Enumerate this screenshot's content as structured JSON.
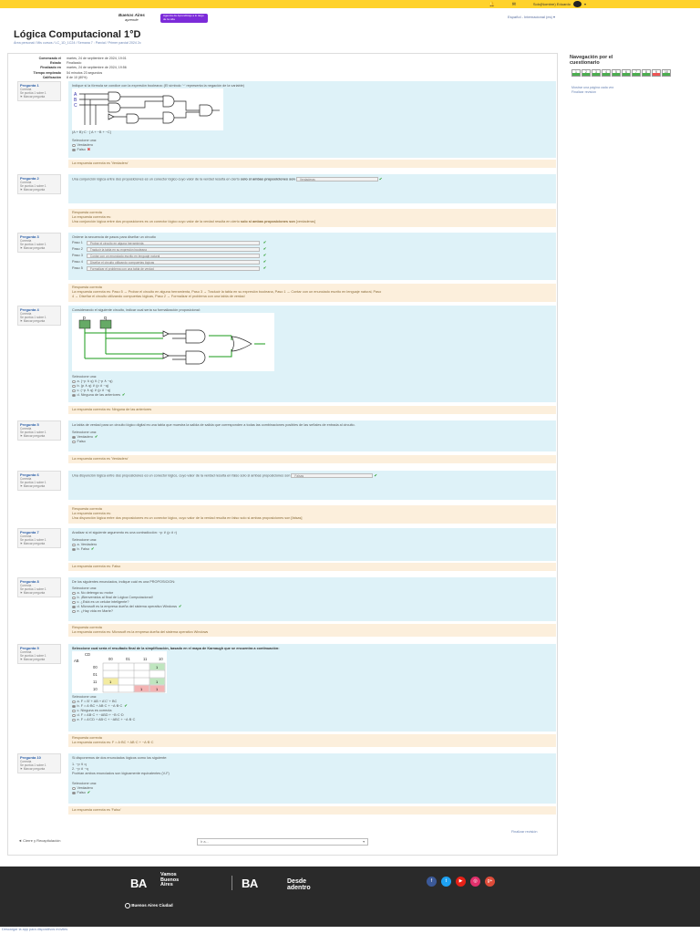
{
  "topbar": {
    "user": "Solo(Nombre) Eduardo"
  },
  "header": {
    "logo_top": "Buenos Aires",
    "logo_bottom": "aprende",
    "pill": "Agencia de Aprendizaje a lo largo de la vida",
    "lang": "Español - Internacional (es) ▾"
  },
  "page": {
    "title": "Lógica Computacional 1°D",
    "breadcrumb": "Área personal  /  Mis cursos  /  LC_1D_1C24  /  Semana 7 : Parcial  /  Primer parcial 2024 2c"
  },
  "nav": {
    "title": "Navegación por el cuestionario",
    "buttons": [
      "1",
      "2",
      "3",
      "4",
      "5",
      "6",
      "7",
      "8",
      "9",
      "10"
    ],
    "links": [
      "Mostrar una página cada vez",
      "Finalizar revisión"
    ]
  },
  "summary": [
    {
      "k": "Comenzado el",
      "v": "martes, 24 de septiembre de 2024, 19:01"
    },
    {
      "k": "Estado",
      "v": "Finalizado"
    },
    {
      "k": "Finalizado en",
      "v": "martes, 24 de septiembre de 2024, 19:56"
    },
    {
      "k": "Tiempo empleado",
      "v": "54 minutos 23 segundos"
    },
    {
      "k": "Calificación",
      "v": "8 de 10 (80%)"
    }
  ],
  "qinfo": {
    "status": "Correcta",
    "score": "Se puntúa 1 sobre 1",
    "flag": "Marcar pregunta"
  },
  "q1": {
    "label": "Pregunta 1",
    "text": "Indique si la fórmula se condice con la expresión booleana:  (El símbolo '~' representa la negación de la variable)",
    "formula": "(A + B)·C · [ A + ~B + ~C]",
    "choose": "Seleccione una:",
    "opts": [
      "Verdadero",
      "Falso"
    ],
    "fb": "La respuesta correcta es 'Verdadero'"
  },
  "q2": {
    "label": "Pregunta 2",
    "text": "Una conjunción lógica entre dos proposiciones es un conector lógico cuyo valor de la verdad resulta en cierto",
    "bold": "solo si ambas proposiciones son",
    "sel": "Verdaderas",
    "fb1": "Respuesta correcta",
    "fb2": "La respuesta correcta es:",
    "fb3": "Una conjunción lógica entre dos proposiciones es un conector lógico cuyo valor de la verdad resulta en cierto",
    "fb3b": "solo si ambas proposiciones son",
    "fb3c": "[verdaderas]"
  },
  "q3": {
    "label": "Pregunta 3",
    "text": "Ordene la secuencia de pasos para diseñar un circuito",
    "steps": [
      {
        "k": "Paso 1",
        "v": "Probar el circuito en alguna herramienta"
      },
      {
        "k": "Paso 2",
        "v": "Traducir la tabla en su expresión booleana"
      },
      {
        "k": "Paso 3",
        "v": "Contar con un enunciado escrito en lenguaje natural"
      },
      {
        "k": "Paso 4",
        "v": "Diseñar el circuito utilizando compuertas lógicas"
      },
      {
        "k": "Paso 5",
        "v": "Formalizar el problema con una tabla de verdad"
      }
    ],
    "fb1": "Respuesta correcta",
    "fb2": "La respuesta correcta es: Paso 5 → Probar el circuito en alguna herramienta, Paso 3 → Traducir la tabla en su expresión booleana, Paso 1 → Contar con un enunciado escrito en lenguaje natural, Paso",
    "fb3": "4 → Diseñar el circuito utilizando compuertas lógicas, Paso 2 → Formalizar el problema con una tabla de verdad"
  },
  "q4": {
    "label": "Pregunta 4",
    "text": "Considerando el siguiente circuito, indicar cual sería su formalización proposicional:",
    "p": "p",
    "qv": "q",
    "choose": "Seleccione una:",
    "opts": [
      "a. (~p ∧ q) ∨ (~p ∧ ~q)",
      "b. (p ∧ q) ∨ (p ∧ ~q)",
      "c. (~p ∧ q) ∨ (p ∧ ~q)",
      "d. Ninguna de las anteriores"
    ],
    "fb": "La respuesta correcta es: Ninguna de las anteriores"
  },
  "q5": {
    "label": "Pregunta 5",
    "text": "La tabla de verdad para un circuito lógico digital es una tabla que muestra la salida de salida que corresponden a todas las combinaciones posibles de las señales de entrada al circuito.",
    "choose": "Seleccione una:",
    "opts": [
      "Verdadero",
      "Falso"
    ],
    "fb": "La respuesta correcta es 'Verdadero'"
  },
  "q6": {
    "label": "Pregunta 6",
    "text": "Una disyunción lógica entre dos proposiciones es un conector lógico, cuyo valor de la verdad resulta en falso solo si ambas proposiciones son",
    "sel": "Falsas",
    "fb1": "Respuesta correcta",
    "fb2": "La respuesta correcta es:",
    "fb3": "Una disyunción lógica entre dos proposiciones es un conector lógico, cuyo valor de la verdad resulta en falso solo si ambas proposiciones son [falsas]"
  },
  "q7": {
    "label": "Pregunta 7",
    "text": "Analizar si el siguiente argumento es una contradicción:  ¬p ∨ (p ∧ r)",
    "choose": "Seleccione una:",
    "opts": [
      "a. Verdadero",
      "b. Falso"
    ],
    "fb": "La respuesta correcta es: Falso"
  },
  "q8": {
    "label": "Pregunta 8",
    "text": "De los siguientes enunciados, indique cuál es una PROPOSICION:",
    "choose": "Seleccione una:",
    "opts": [
      "a. No detenga su motor",
      "b. ¡Bienvenidos al final de Lógica Computacional!",
      "c. ¿Está es un celular inteligente?",
      "d. Microsoft es la empresa dueña del sistema operativo Windows",
      "e. ¿Hay vida en Marte?"
    ],
    "fb1": "Respuesta correcta",
    "fb2": "La respuesta correcta es: Microsoft es la empresa dueña del sistema operativo Windows"
  },
  "q9": {
    "label": "Pregunta 9",
    "text": "Seleccione cual sería el resultado final de la simplificación, basado en el mapa de Karnaugh que se encuentra a continuación:",
    "kmap": {
      "cd": "CD",
      "ab": "AB",
      "cols": [
        "00",
        "01",
        "11",
        "10"
      ],
      "rows": [
        "00",
        "01",
        "11",
        "10"
      ],
      "one": "1"
    },
    "choose": "Seleccione una:",
    "opts": [
      "a. F = B' + AB + A'C' + BC",
      "b. F = A·BC + AB·C + ~A·B·C",
      "c. Ninguna es correcta",
      "d. F = AB·C + ~ABD + ~B·C·D",
      "e. F = A'CD + AB·C + ~ABC + ~A·B·C"
    ],
    "fb1": "Respuesta correcta",
    "fb2": "La respuesta correcta es: F = A·BC + AB·C + ~A·B·C"
  },
  "q10": {
    "label": "Pregunta 10",
    "text": "Si disponemos de dos enunciados lógicos como los siguiente:",
    "l1": "1. ~p ∨ q",
    "l2": "2. ~p ∧ ~q",
    "l3": "Podrían ambos enunciados son lógicamente equivalentes (V-F)",
    "choose": "Seleccione una:",
    "opts": [
      "Verdadero",
      "Falso"
    ],
    "fb": "La respuesta correcta es 'Falso'"
  },
  "bottom": {
    "back": "◄ Cierre y Recapitulación",
    "jump": "Ir a...",
    "finish": "Finalizar revisión"
  },
  "footer": {
    "ba1": "BA",
    "vamos": "Vamos",
    "buenos": "Buenos",
    "aires": "Aires",
    "ba2": "BA",
    "desde": "Desde",
    "adentro": "adentro",
    "city": "Buenos Aires Ciudad",
    "social": [
      "f",
      "t",
      "▶",
      "◎",
      "g+"
    ]
  },
  "bottomlink": "Descargar la app para dispositivos móviles",
  "colors": {
    "topbar": "#ffd22b",
    "question": "#def2f8",
    "feedback": "#fcefdc",
    "footer": "#2a2a2a"
  }
}
